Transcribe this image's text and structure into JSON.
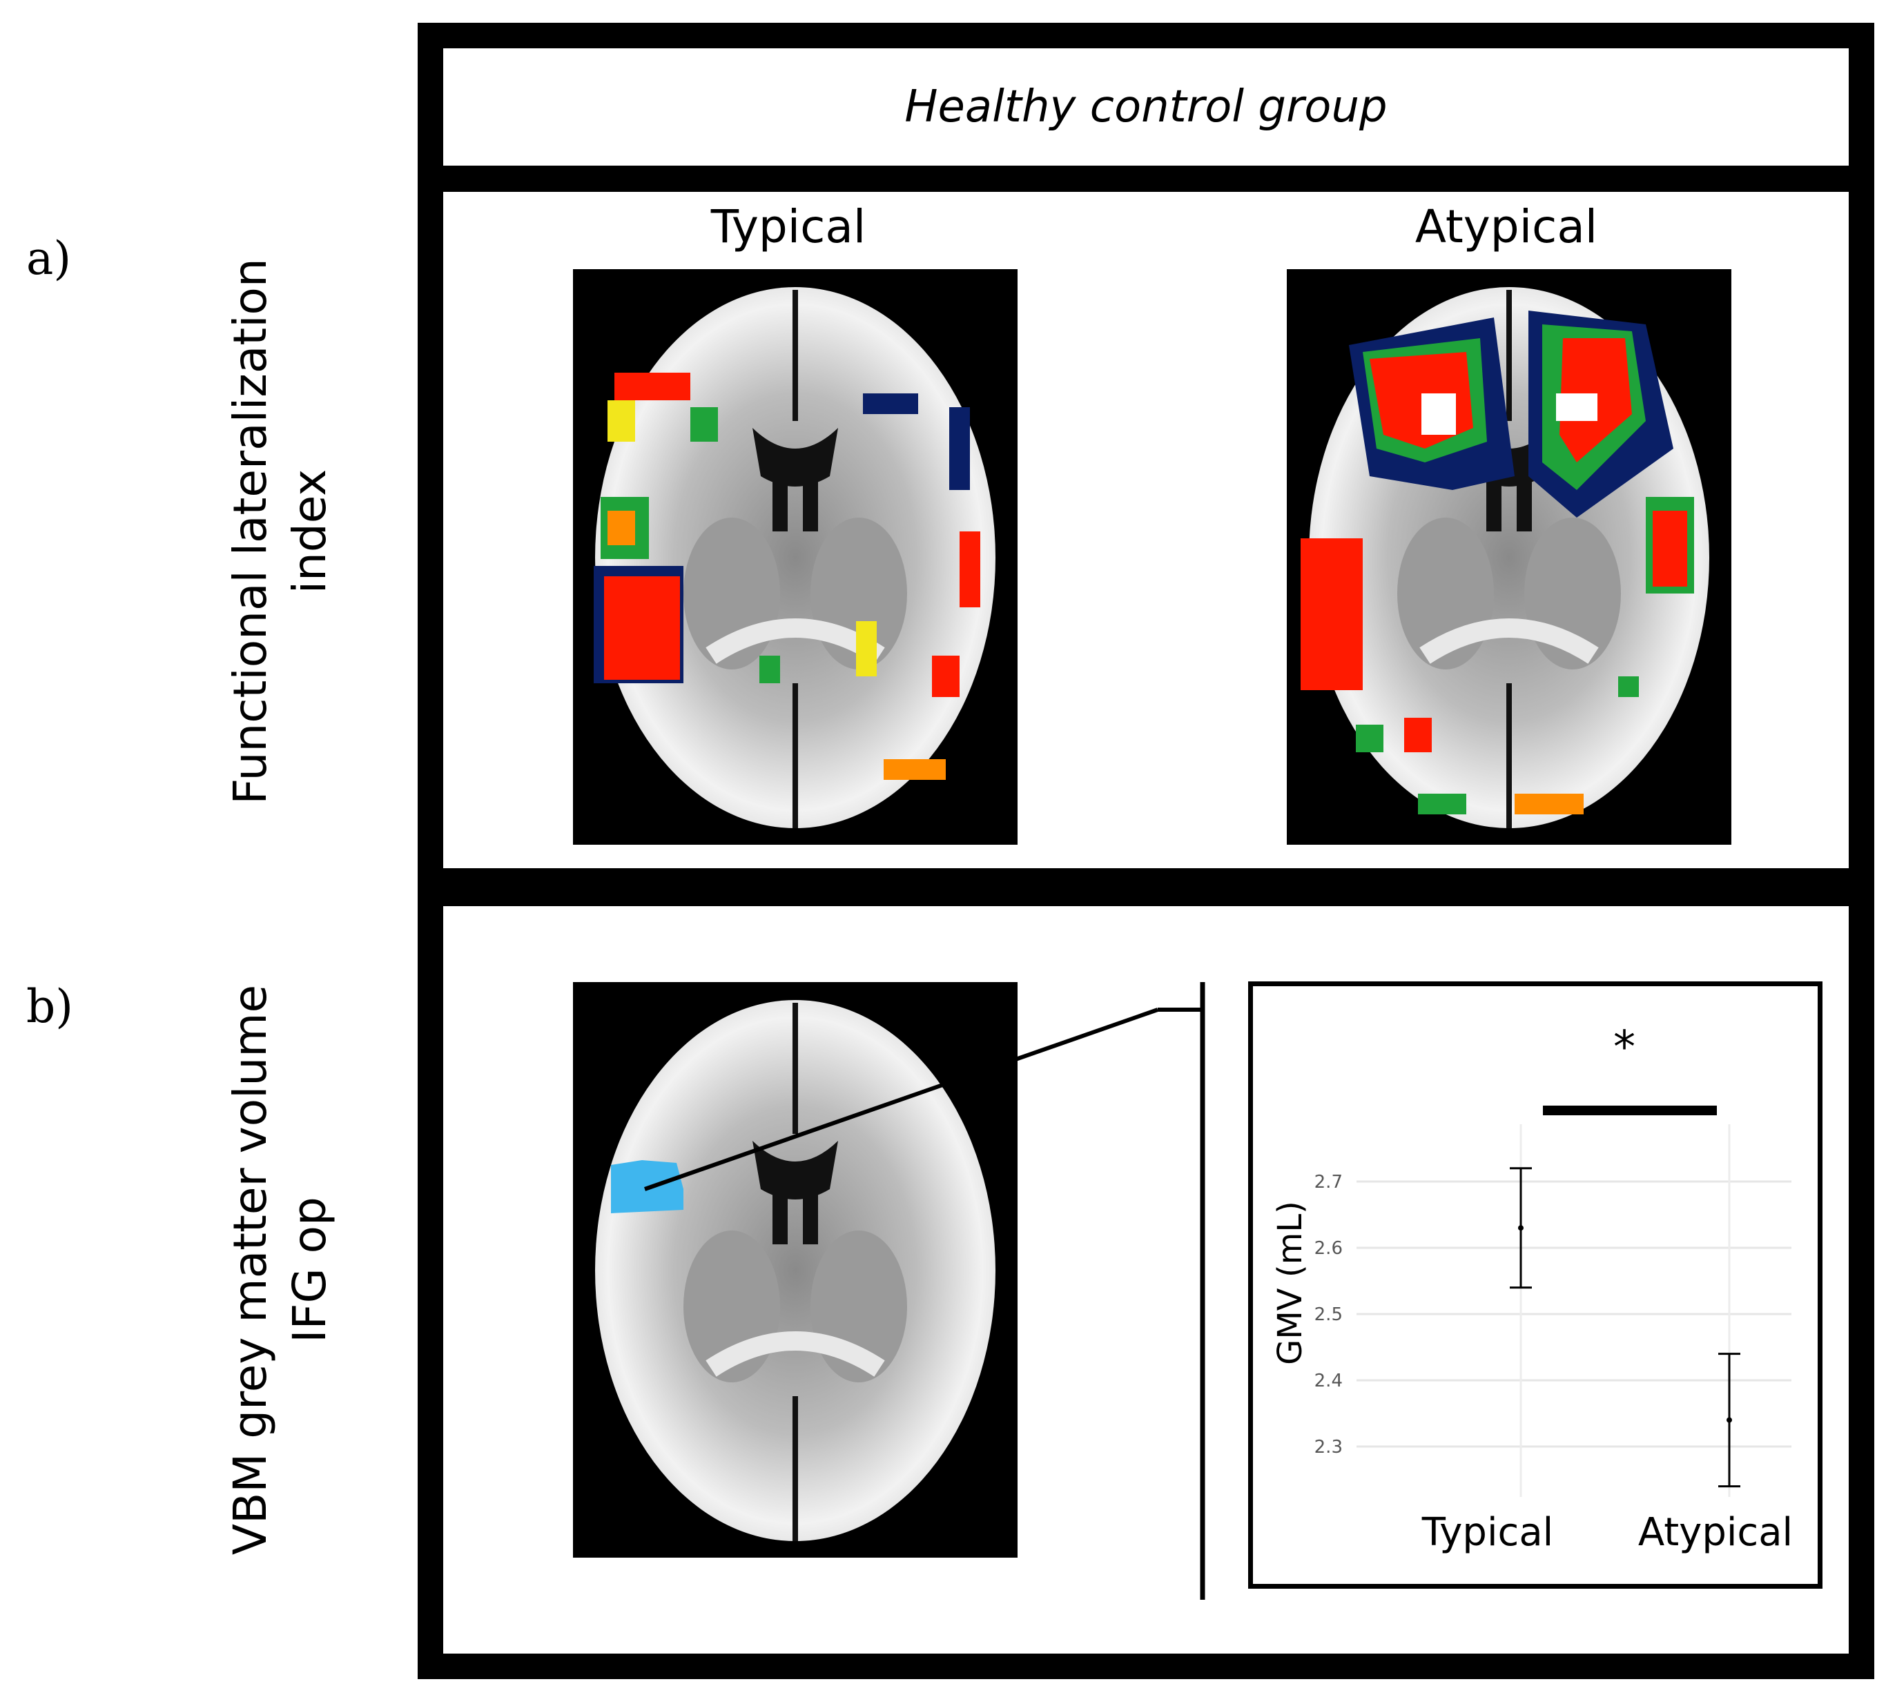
{
  "title": "Healthy control group",
  "panel_a": {
    "letter": "a)",
    "side_label_line1": "Functional lateralization",
    "side_label_line2": "index",
    "columns": [
      "Typical",
      "Atypical"
    ]
  },
  "panel_b": {
    "letter": "b)",
    "side_label_line1": "VBM grey matter volume",
    "side_label_line2": "IFG op"
  },
  "colors": {
    "roi": "#3fb6ee",
    "activation_low": "#0a1f66",
    "activation_mid": "#1fa33a",
    "activation_high": "#f2e61c",
    "activation_peak": "#ff1a00"
  },
  "chart_data": {
    "type": "scatter",
    "ylabel": "GMV (mL)",
    "categories": [
      "Typical",
      "Atypical"
    ],
    "y_ticks": [
      "2.7",
      "2.6",
      "2.5",
      "2.4",
      "2.3"
    ],
    "ylim": [
      2.25,
      2.75
    ],
    "points": [
      {
        "category": "Typical",
        "mean": 2.63,
        "lower": 2.54,
        "upper": 2.72
      },
      {
        "category": "Atypical",
        "mean": 2.34,
        "lower": 2.24,
        "upper": 2.44
      }
    ],
    "significance": "*",
    "grid": true
  }
}
